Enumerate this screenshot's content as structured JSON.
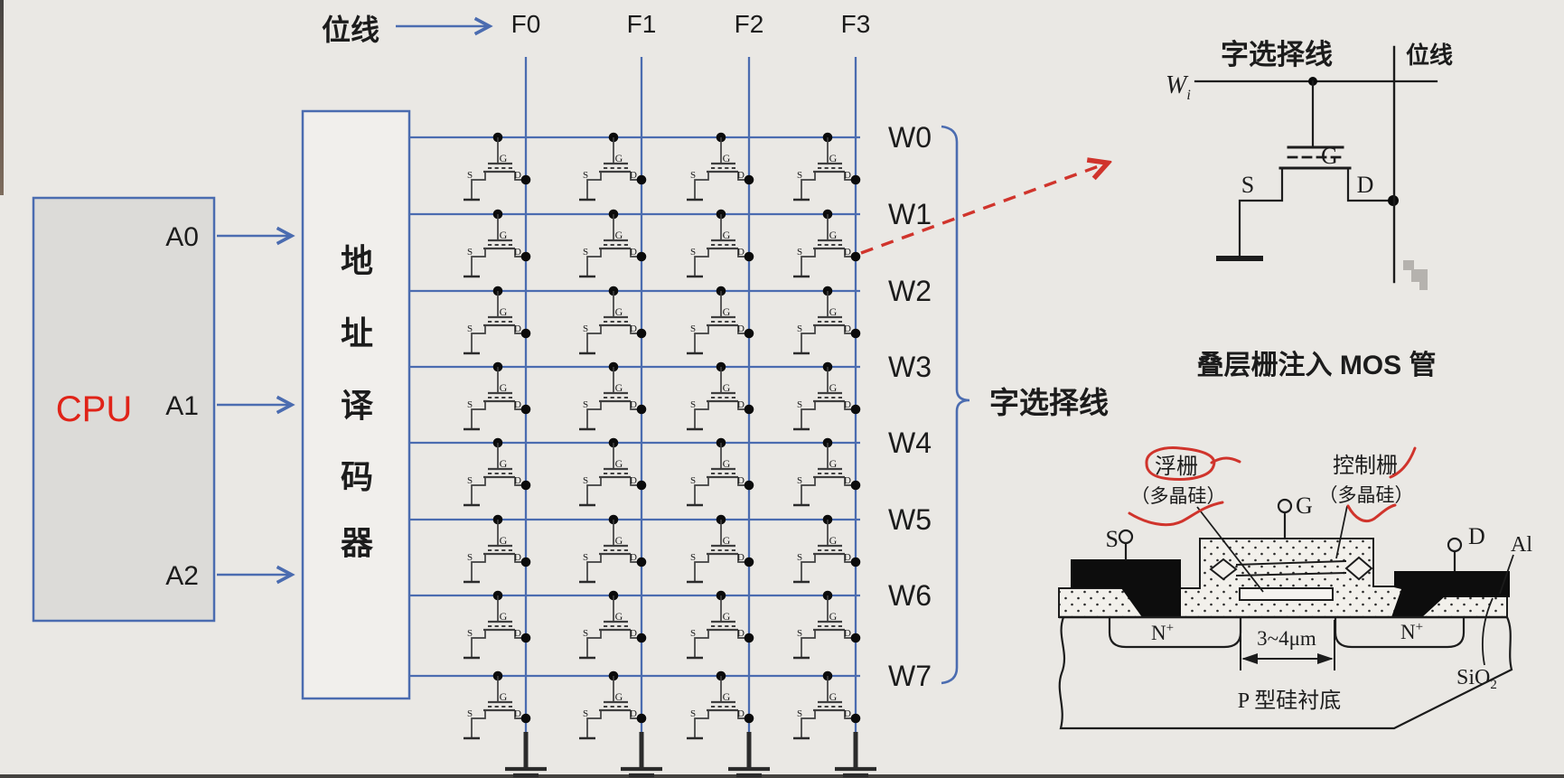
{
  "array_diagram": {
    "bit_line_label": "位线",
    "bit_lines": [
      "F0",
      "F1",
      "F2",
      "F3"
    ],
    "word_lines": [
      "W0",
      "W1",
      "W2",
      "W3",
      "W4",
      "W5",
      "W6",
      "W7"
    ],
    "word_select_label": "字选择线",
    "cpu": {
      "label": "CPU",
      "pins": [
        "A0",
        "A1",
        "A2"
      ]
    },
    "decoder_chars": [
      "地",
      "址",
      "译",
      "码",
      "器"
    ],
    "cell_pins": {
      "gate": "G",
      "source": "S",
      "drain": "D"
    }
  },
  "cell_schematic": {
    "title": "字选择线",
    "word_line_symbol": "W",
    "word_line_subscript": "i",
    "bit_line_label": "位线",
    "gate": "G",
    "source": "S",
    "drain": "D"
  },
  "mos_title": "叠层栅注入 MOS 管",
  "cross_section": {
    "floating_gate_label": "浮栅",
    "floating_gate_sub": "（多晶硅）",
    "control_gate_label": "控制栅",
    "control_gate_sub": "（多晶硅）",
    "source": "S",
    "gate": "G",
    "drain": "D",
    "metal_label": "Al",
    "oxide_label": "SiO",
    "oxide_sub": "2",
    "n_plus": "N",
    "n_sup": "+",
    "channel_length": "3~4μm",
    "substrate_label": "P 型硅衬底"
  },
  "colors": {
    "background": "#eae8e4",
    "line_blue": "#4b6cb0",
    "cpu_red": "#e02318",
    "annotation_red": "#d0342c",
    "ink": "#1c1c1c",
    "cell_gray": "#3f3f3f"
  }
}
